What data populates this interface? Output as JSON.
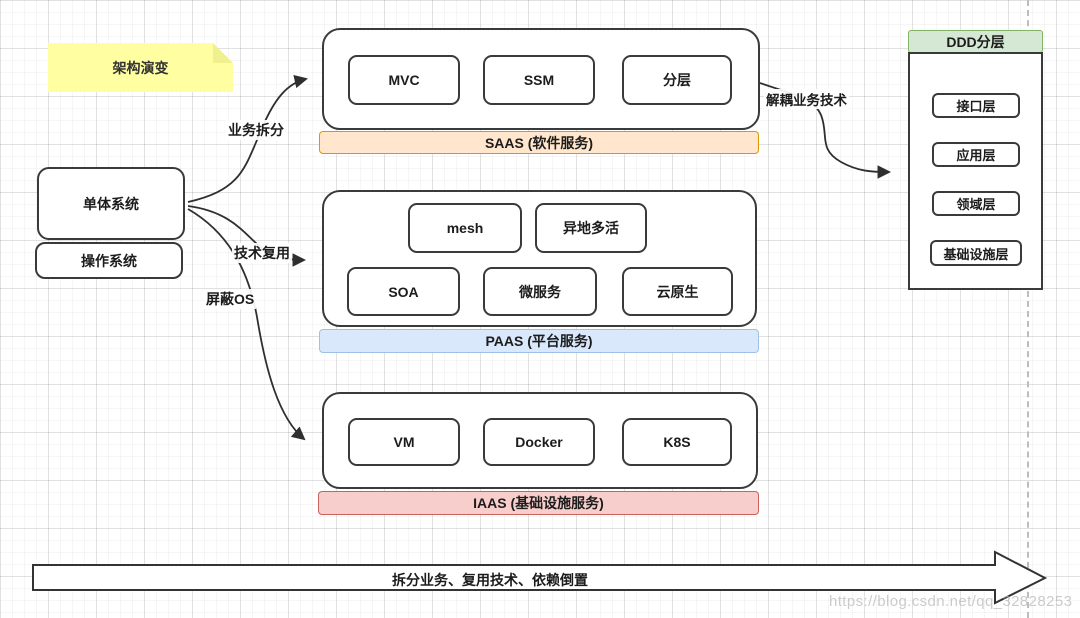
{
  "note": {
    "label": "架构演变"
  },
  "left_nodes": {
    "monolith": "单体系统",
    "os": "操作系统"
  },
  "edges": {
    "business_split": "业务拆分",
    "tech_reuse": "技术复用",
    "shield_os": "屏蔽OS",
    "decouple": "解耦业务技术"
  },
  "saas": {
    "items": [
      "MVC",
      "SSM",
      "分层"
    ],
    "banner": "SAAS (软件服务)"
  },
  "paas": {
    "items_top": [
      "mesh",
      "异地多活"
    ],
    "items_bottom": [
      "SOA",
      "微服务",
      "云原生"
    ],
    "banner": "PAAS (平台服务)"
  },
  "iaas": {
    "items": [
      "VM",
      "Docker",
      "K8S"
    ],
    "banner": "IAAS (基础设施服务)"
  },
  "ddd": {
    "title": "DDD分层",
    "layers": [
      "接口层",
      "应用层",
      "领域层",
      "基础设施层"
    ]
  },
  "bottom_arrow": {
    "label": "拆分业务、复用技术、依赖倒置"
  },
  "watermark": "https://blog.csdn.net/qq_32828253",
  "colors": {
    "saas_fill": "#ffe6cc",
    "saas_border": "#d79b00",
    "paas_fill": "#dae8fc",
    "paas_border": "#9fc1e7",
    "iaas_fill": "#f8cecc",
    "iaas_border": "#c9615c",
    "ddd_fill": "#d5e8d4",
    "ddd_border": "#82b366",
    "note_fill": "#ffffa1",
    "line": "#2f2f2f"
  }
}
